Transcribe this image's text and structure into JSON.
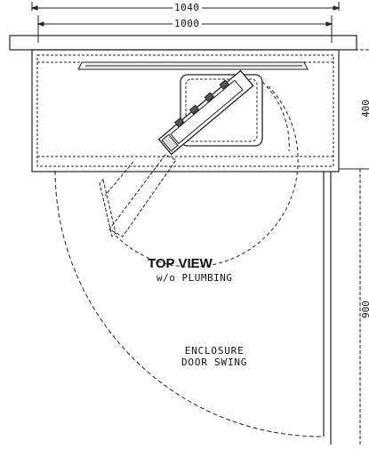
{
  "dimensions": {
    "outer_width": "1040",
    "inner_width": "1000",
    "side_depth": "400",
    "side_swing": "900"
  },
  "labels": {
    "title": "TOP VIEW",
    "subtitle": "w/o PLUMBING",
    "note_line1": "ENCLOSURE",
    "note_line2": "DOOR SWING"
  }
}
